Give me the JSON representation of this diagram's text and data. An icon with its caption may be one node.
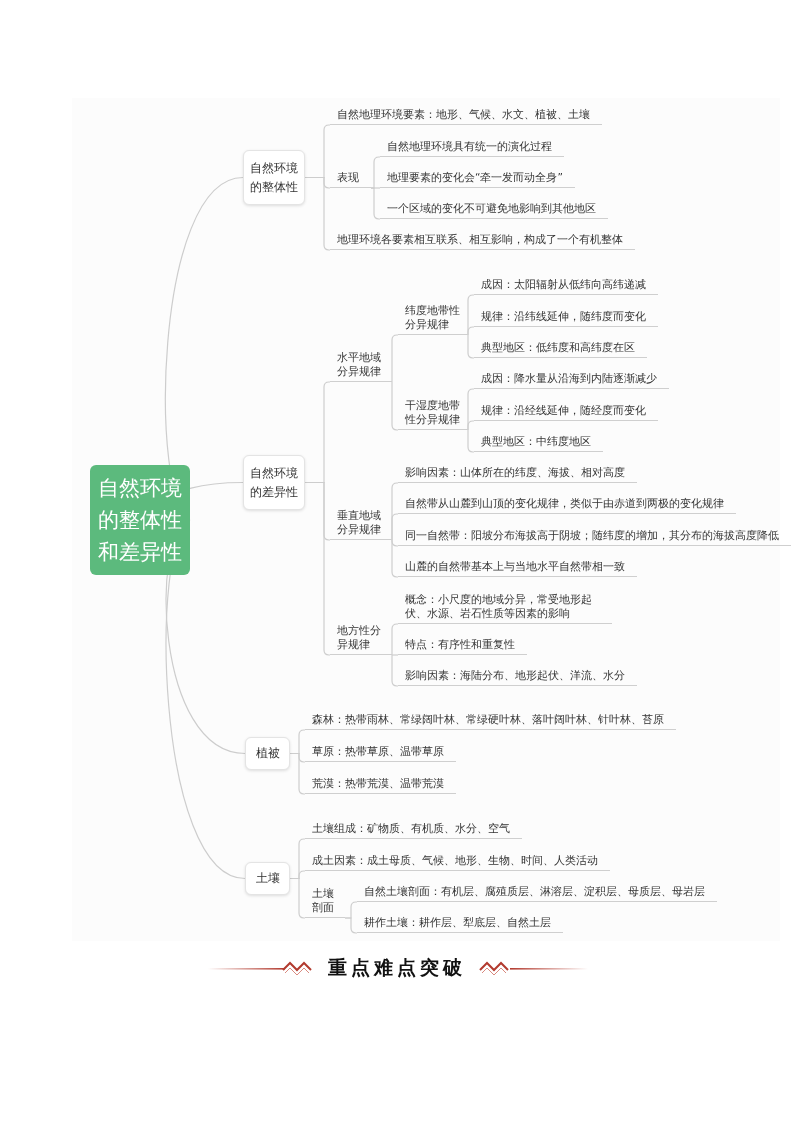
{
  "diagram": {
    "nodes": [
      {
        "text": [
          "自然环境的整体性和差异性"
        ]
      },
      {
        "text": [
          "自然环境的整体性"
        ]
      },
      {
        "text": [
          "自然地理环境要素：地形、气候、水文、植被、土壤"
        ]
      },
      {
        "text": [
          "表现"
        ]
      },
      {
        "text": [
          "自然地理环境具有统一的演化过程"
        ]
      },
      {
        "text": [
          "地理要素的变化会“牵一发而动全身”"
        ]
      },
      {
        "text": [
          "一个区域的变化不可避免地影响到其他地区"
        ]
      },
      {
        "text": [
          "地理环境各要素相互联系、相互影响，构成了一个有机整体"
        ]
      },
      {
        "text": [
          "自然环境的差异性"
        ]
      },
      {
        "text": [
          "水平地域分异规律"
        ]
      },
      {
        "text": [
          "纬度地带性分异规律"
        ]
      },
      {
        "text": [
          "成因：太阳辐射从低纬向高纬递减"
        ]
      },
      {
        "text": [
          "规律：沿纬线延伸，随纬度而变化"
        ]
      },
      {
        "text": [
          "典型地区：低纬度和高纬度在区"
        ]
      },
      {
        "text": [
          "干湿度地带性分异规律"
        ]
      },
      {
        "text": [
          "成因：降水量从沿海到内陆逐渐减少"
        ]
      },
      {
        "text": [
          "规律：沿经线延伸，随经度而变化"
        ]
      },
      {
        "text": [
          "典型地区：中纬度地区"
        ]
      },
      {
        "text": [
          "垂直地域分异规律"
        ]
      },
      {
        "text": [
          "影响因素：山体所在的纬度、海拔、相对高度"
        ]
      },
      {
        "text": [
          "自然带从山麓到山顶的变化规律，类似于由赤道到两极的变化规律"
        ]
      },
      {
        "text": [
          "同一自然带：阳坡分布海拔高于阴坡；随纬度的增加，其分布的海拔高度降低"
        ]
      },
      {
        "text": [
          "山麓的自然带基本上与当地水平自然带相一致"
        ]
      },
      {
        "text": [
          "地方性分异规律"
        ]
      },
      {
        "text": [
          "概念：小尺度的地域分异，常受地形起伏、水源、岩石性质等因素的影响"
        ]
      },
      {
        "text": [
          "特点：有序性和重复性"
        ]
      },
      {
        "text": [
          "影响因素：海陆分布、地形起伏、洋流、水分"
        ]
      },
      {
        "text": [
          "植被"
        ]
      },
      {
        "text": [
          "森林：热带雨林、常绿阔叶林、常绿硬叶林、落叶阔叶林、针叶林、苔原"
        ]
      },
      {
        "text": [
          "草原：热带草原、温带草原"
        ]
      },
      {
        "text": [
          "荒漠：热带荒漠、温带荒漠"
        ]
      },
      {
        "text": [
          "土壤"
        ]
      },
      {
        "text": [
          "土壤组成：矿物质、有机质、水分、空气"
        ]
      },
      {
        "text": [
          "成土因素：成土母质、气候、地形、生物、时间、人类活动"
        ]
      },
      {
        "text": [
          "土壤剖面"
        ]
      },
      {
        "text": [
          "自然土壤剖面：有机层、腐殖质层、淋溶层、淀积层、母质层、母岩层"
        ]
      },
      {
        "text": [
          "耕作土壤：耕作层、犁底层、自然土层"
        ]
      }
    ],
    "edges": [
      {
        "from": 0,
        "to": 1,
        "arrow": "none"
      },
      {
        "from": 1,
        "to": 2,
        "arrow": "none"
      },
      {
        "from": 1,
        "to": 3,
        "arrow": "none"
      },
      {
        "from": 3,
        "to": 4,
        "arrow": "none"
      },
      {
        "from": 3,
        "to": 5,
        "arrow": "none"
      },
      {
        "from": 3,
        "to": 6,
        "arrow": "none"
      },
      {
        "from": 1,
        "to": 7,
        "arrow": "none"
      },
      {
        "from": 0,
        "to": 8,
        "arrow": "none"
      },
      {
        "from": 8,
        "to": 9,
        "arrow": "none"
      },
      {
        "from": 9,
        "to": 10,
        "arrow": "none"
      },
      {
        "from": 10,
        "to": 11,
        "arrow": "none"
      },
      {
        "from": 10,
        "to": 12,
        "arrow": "none"
      },
      {
        "from": 10,
        "to": 13,
        "arrow": "none"
      },
      {
        "from": 9,
        "to": 14,
        "arrow": "none"
      },
      {
        "from": 14,
        "to": 15,
        "arrow": "none"
      },
      {
        "from": 14,
        "to": 16,
        "arrow": "none"
      },
      {
        "from": 14,
        "to": 17,
        "arrow": "none"
      },
      {
        "from": 8,
        "to": 18,
        "arrow": "none"
      },
      {
        "from": 18,
        "to": 19,
        "arrow": "none"
      },
      {
        "from": 18,
        "to": 20,
        "arrow": "none"
      },
      {
        "from": 18,
        "to": 21,
        "arrow": "none"
      },
      {
        "from": 18,
        "to": 22,
        "arrow": "none"
      },
      {
        "from": 8,
        "to": 23,
        "arrow": "none"
      },
      {
        "from": 23,
        "to": 24,
        "arrow": "none"
      },
      {
        "from": 23,
        "to": 25,
        "arrow": "none"
      },
      {
        "from": 23,
        "to": 26,
        "arrow": "none"
      },
      {
        "from": 0,
        "to": 27,
        "arrow": "none"
      },
      {
        "from": 27,
        "to": 28,
        "arrow": "none"
      },
      {
        "from": 27,
        "to": 29,
        "arrow": "none"
      },
      {
        "from": 27,
        "to": 30,
        "arrow": "none"
      },
      {
        "from": 0,
        "to": 31,
        "arrow": "none"
      },
      {
        "from": 31,
        "to": 32,
        "arrow": "none"
      },
      {
        "from": 31,
        "to": 33,
        "arrow": "none"
      },
      {
        "from": 31,
        "to": 34,
        "arrow": "none"
      },
      {
        "from": 34,
        "to": 35,
        "arrow": "none"
      },
      {
        "from": 34,
        "to": 36,
        "arrow": "none"
      }
    ],
    "labels": [
      "重点难点突破"
    ]
  }
}
